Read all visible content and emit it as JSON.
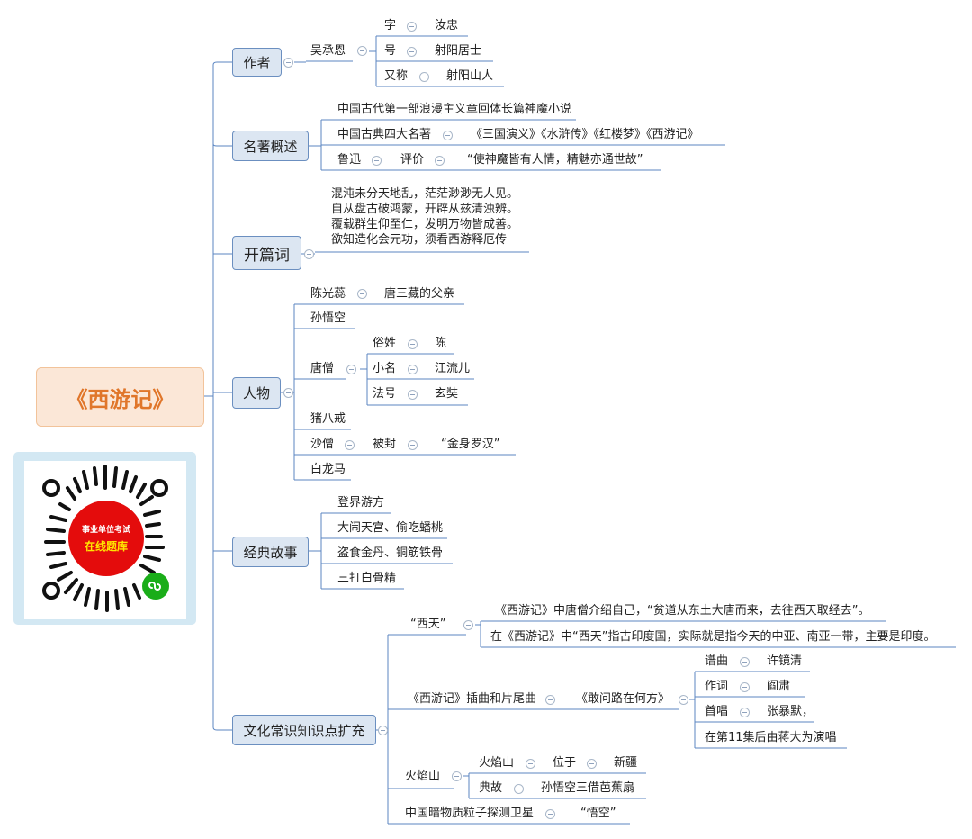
{
  "root": "《西游记》",
  "branches": {
    "author": {
      "label": "作者",
      "name": "吴承恩",
      "zi_k": "字",
      "zi_v": "汝忠",
      "hao_k": "号",
      "hao_v": "射阳居士",
      "alias_k": "又称",
      "alias_v": "射阳山人"
    },
    "overview": {
      "label": "名著概述",
      "line1": "中国古代第一部浪漫主义章回体长篇神魔小说",
      "line2_k": "中国古典四大名著",
      "line2_v": "《三国演义》《水浒传》《红楼梦》《西游记》",
      "line3_a": "鲁迅",
      "line3_b": "评价",
      "line3_v": "“使神魔皆有人情，精魅亦通世故”"
    },
    "opening": {
      "label": "开篇词",
      "lines": [
        "混沌未分天地乱，茫茫渺渺无人见。",
        "自从盘古破鸿蒙，开辟从兹清浊辨。",
        "覆载群生仰至仁，发明万物皆成善。",
        "欲知造化会元功，须看西游释厄传"
      ]
    },
    "characters": {
      "label": "人物",
      "chen_k": "陈光蕊",
      "chen_v": "唐三藏的父亲",
      "wukong": "孙悟空",
      "tang": "唐僧",
      "surname_k": "俗姓",
      "surname_v": "陈",
      "xiaoming_k": "小名",
      "xiaoming_v": "江流儿",
      "fahao_k": "法号",
      "fahao_v": "玄奘",
      "bajie": "猪八戒",
      "sha": "沙僧",
      "sha_mid": "被封",
      "sha_v": "“金身罗汉”",
      "horse": "白龙马"
    },
    "stories": {
      "label": "经典故事",
      "items": [
        "登界游方",
        "大闹天宫、偷吃蟠桃",
        "盗食金丹、铜筋铁骨",
        "三打白骨精"
      ]
    },
    "culture": {
      "label": "文化常识知识点扩充",
      "xitian": "“西天”",
      "xitian_1": "《西游记》中唐僧介绍自己，“贫道从东土大唐而来，去往西天取经去”。",
      "xitian_2": "在《西游记》中“西天”指古印度国，实际就是指今天的中亚、南亚一带，主要是印度。",
      "song": "《西游记》插曲和片尾曲",
      "song_name": "《敢问路在何方》",
      "pu_k": "谱曲",
      "pu_v": "许镜清",
      "ci_k": "作词",
      "ci_v": "阎肃",
      "chang_k": "首唱",
      "chang_v": "张暴默，",
      "chang_2": "在第11集后由蒋大为演唱",
      "fire": "火焰山",
      "fire_k": "火焰山",
      "fire_mid": "位于",
      "fire_v": "新疆",
      "story_k": "典故",
      "story_v": "孙悟空三借芭蕉扇",
      "sat_k": "中国暗物质粒子探测卫星",
      "sat_v": "“悟空”"
    }
  },
  "qr": {
    "line1": "事业单位考试",
    "line2": "在线题库",
    "icon": "wechat-miniprogram-icon"
  },
  "colors": {
    "line": "#5b86c2",
    "root_text": "#e0762a",
    "box_bg": "#dce6f2"
  }
}
